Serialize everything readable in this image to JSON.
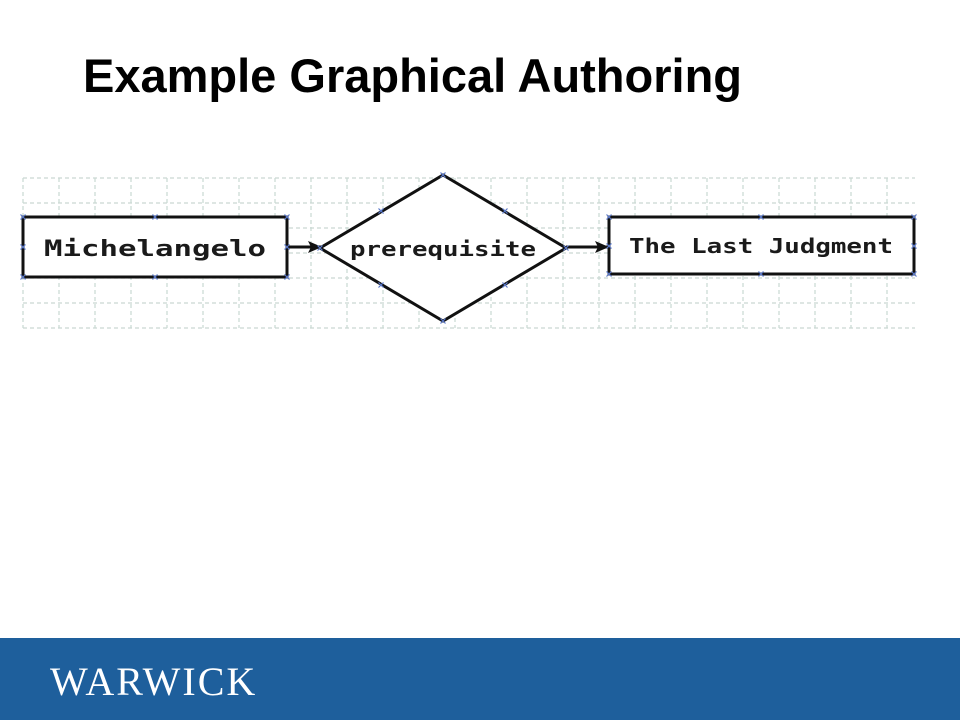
{
  "slide": {
    "title": "Example Graphical Authoring"
  },
  "diagram": {
    "nodes": [
      {
        "id": "source",
        "shape": "rectangle",
        "label": "Michelangelo"
      },
      {
        "id": "relation",
        "shape": "diamond",
        "label": "prerequisite"
      },
      {
        "id": "target",
        "shape": "rectangle",
        "label": "The Last Judgment"
      }
    ],
    "edges": [
      {
        "from": "source",
        "to": "relation",
        "arrow": "arrowhead"
      },
      {
        "from": "relation",
        "to": "target",
        "arrow": "arrowhead"
      }
    ],
    "grid": true,
    "colors": {
      "grid": "#c9d8d2",
      "node_border": "#111111",
      "handle": "#5a78c8"
    }
  },
  "footer": {
    "logo_text": "WARWICK",
    "background": "#1e5f9c",
    "logo_color": "#ffffff"
  }
}
